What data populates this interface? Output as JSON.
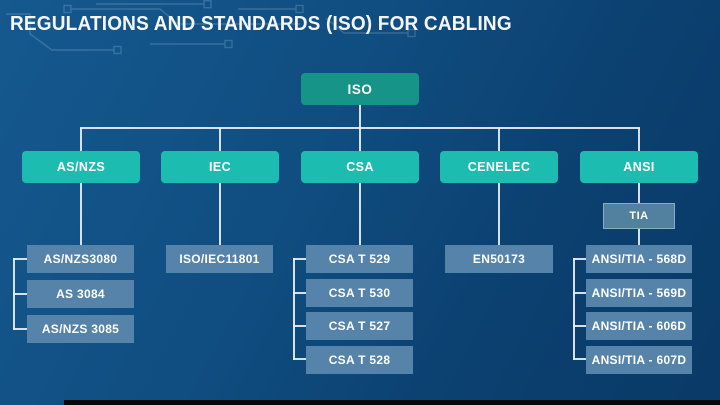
{
  "title": "REGULATIONS AND STANDARDS (ISO) FOR CABLING",
  "colors": {
    "background_top": "#15598f",
    "background_bottom": "#0a3a67",
    "root_node": "#169488",
    "branch_node": "#1dbcb1",
    "sub_node": "#52809f",
    "leaf_node": "#5583a9",
    "connector": "#e9eef3",
    "title_text": "#f4f7f9"
  },
  "tree": {
    "root": {
      "label": "ISO"
    },
    "groups": [
      {
        "label": "AS/NZS",
        "children": [
          "AS/NZS3080",
          "AS 3084",
          "AS/NZS 3085"
        ]
      },
      {
        "label": "IEC",
        "children": [
          "ISO/IEC11801"
        ]
      },
      {
        "label": "CSA",
        "children": [
          "CSA T 529",
          "CSA T 530",
          "CSA T 527",
          "CSA T 528"
        ]
      },
      {
        "label": "CENELEC",
        "children": [
          "EN50173"
        ]
      },
      {
        "label": "ANSI",
        "sub": {
          "label": "TIA"
        },
        "children": [
          "ANSI/TIA - 568D",
          "ANSI/TIA - 569D",
          "ANSI/TIA - 606D",
          "ANSI/TIA - 607D"
        ]
      }
    ]
  }
}
